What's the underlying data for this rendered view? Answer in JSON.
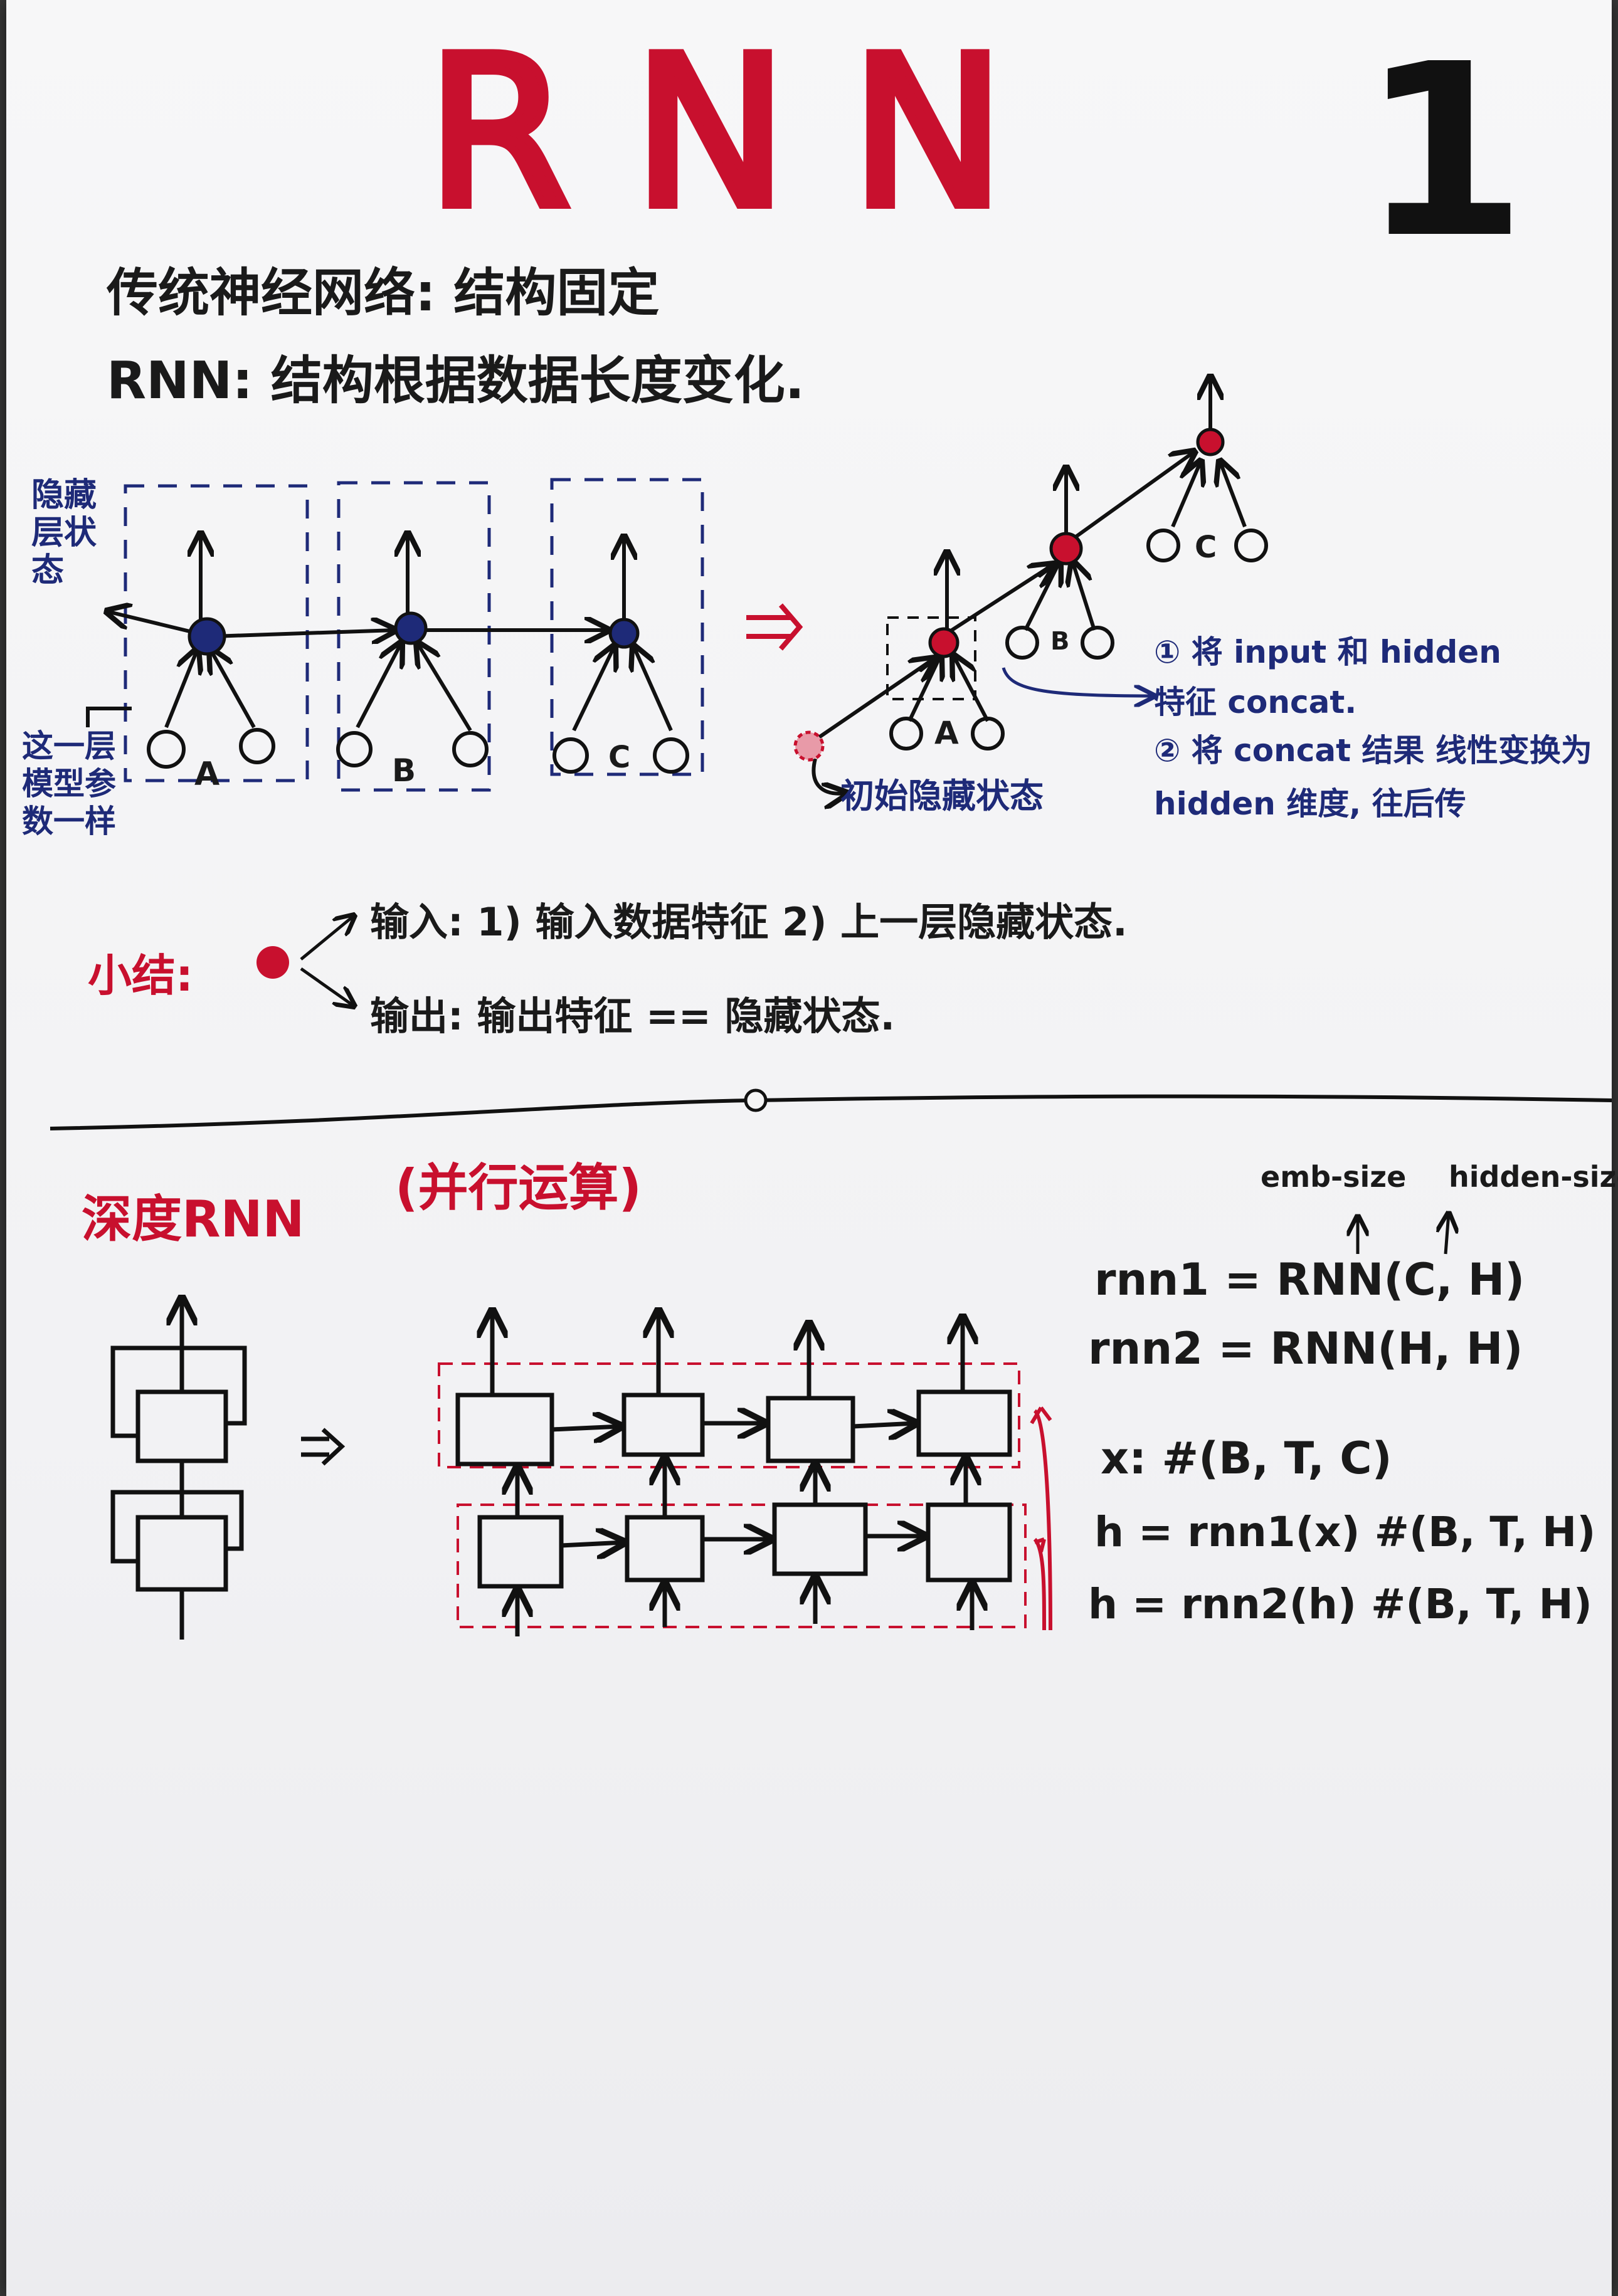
{
  "title": "RNN",
  "page_number": "1",
  "intro": {
    "line1": "传统神经网络: 结构固定",
    "line2": "RNN: 结构根据数据长度变化."
  },
  "unrolled": {
    "hidden_state_label": "隐藏层状态",
    "shared_params_label": "这一层模型参数一样",
    "inputs": [
      "A",
      "B",
      "C"
    ],
    "arrow": "⇒"
  },
  "tree": {
    "inputs": [
      "A",
      "B",
      "C"
    ],
    "init_state_label": "初始隐藏状态",
    "note1": "① 将 input 和 hidden 特征 concat.",
    "note2": "② 将 concat 结果 线性变换为 hidden 维度, 往后传"
  },
  "summary": {
    "label": "小结:",
    "input_line": "输入: 1) 输入数据特征    2) 上一层隐藏状态.",
    "output_line": "输出:  输出特征 == 隐藏状态."
  },
  "deep": {
    "title": "深度RNN",
    "subtitle": "(并行运算)",
    "emb_label": "emb-size",
    "hidden_label": "hidden-size",
    "code": [
      "rnn1 = RNN(C, H)",
      "rnn2 = RNN(H, H)",
      "x: #(B, T, C)",
      "h = rnn1(x)   #(B, T, H)",
      "h = rnn2(h)   #(B, T, H)"
    ],
    "arrow": "⇒"
  },
  "colors": {
    "red": "#c8102e",
    "blue": "#1e2a78",
    "ink": "#1a1a1a"
  }
}
